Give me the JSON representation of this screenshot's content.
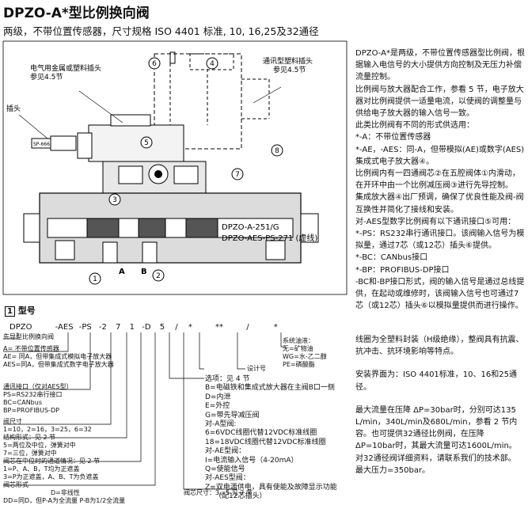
{
  "title": "DPZO-A*型比例换向阀",
  "subtitle": "两级，不带位置传感器，尺寸规格 ISO 4401 标准, 10, 16,25及32通径",
  "drawing": {
    "lbl_plug_left": "电气用金属或塑料插头",
    "lbl_plug_left_ref": "参见4.5节",
    "lbl_plug_right": "通讯型塑料插头",
    "lbl_plug_right_ref": "参见4.5节",
    "lbl_plug": "插头",
    "lbl_model1": "DPZO-A-251/G",
    "lbl_model2": "DPZO-AES-PS-271 (虚线)",
    "port_a": "A",
    "port_b": "B",
    "c1": "1",
    "c2": "2",
    "c3": "3",
    "c4": "4",
    "c5": "5",
    "c6": "6",
    "c7": "7",
    "c8": "8",
    "connector_tag": "SP-666"
  },
  "right_text": [
    "DPZO-A*是两级，不带位置传感器型比例阀，根据输入电信号的大小提供方向控制及无压力补偿流量控制。",
    "比例阀与放大器配合工作，参看 5 节，电子放大器对比例阀提供一适量电流，以使阀的调整量与供给电子放大器的输入信号一致。",
    "此类比例阀有不同的形式供选用：",
    "*-A：不带位置传感器",
    "*-AE，-AES：同-A，但带模拟(AE)或数字(AES)集成式电子放大器④。",
    "比例阀内有一四通阀芯②在五腔阀体①内滑动，在开环中由一个比例减压阀③进行先导控制。",
    "集成放大器④出厂预调，确保了优良性能及阀-阀互换性并简化了接线和安装。",
    "对-AES型数字比例阀有以下通讯接口⑤可用：",
    "*-PS：RS232串行通讯接口。该阀输入信号为模拟量，通过7芯（或12芯）插头⑥提供。",
    "*-BC：CANbus接口",
    "*-BP：PROFIBUS-DP接口",
    "-BC和-BP接口形式，阀的输入信号是通过总线提供，在起动或维修时，该阀输入信号也可通过7芯（或12芯）插头⑥以模拟量提供而进行操作。"
  ],
  "right_text2": [
    "线圈为全塑料封装（H级绝缘），整阀具有抗震、抗冲击、抗环境影响等特点。",
    "安装界面为：ISO 4401标准，10、16和25通径。",
    "最大流量在压降 ΔP=30bar时，分别可达135 L/min，340L/min及680L/min，参看 2 节内容。也可提供32通径比例阀，在压降 ΔP=10bar时，其最大流量可达1600L/min。",
    "对32通径阀详细资料，请联系我们的技术部。",
    "最大压力=350bar。"
  ],
  "section": {
    "num": "1",
    "title": "型号"
  },
  "code": {
    "parts": [
      "DPZO",
      "-AES",
      "-PS",
      "-2",
      "7",
      "1",
      "-D",
      "5",
      "/",
      "*",
      "**",
      "/",
      "*"
    ],
    "series_label": "先导型比例换向阀",
    "seal_label": "系统油液：",
    "seal_1": "无=矿物油",
    "seal_2": "WG=水-乙二醇",
    "seal_3": "PE=磷酸酯",
    "design_label": "设计号",
    "options_a": "A=  不带位置传感器",
    "options_ae": "AE= 同A，但带集成式模拟电子放大器",
    "options_aes": "AES=同A，但带集成式数字电子放大器",
    "interface_title": "通讯接口（仅对AES型）",
    "interface_ps": "PS=RS232串行接口",
    "interface_bc": "BC=CANbus",
    "interface_bp": "BP=PROFIBUS-DP",
    "size_title": "阀尺寸",
    "size_vals": "1=10，2=16，3=25，6=32",
    "config_title": "结构形式：见 2 节",
    "config_5": "5=两位及中位，弹簧对中",
    "config_7": "7=三位，弹簧对中",
    "spool_title": "阀芯在中位时的通道情况：见 2 节",
    "spool_1": "1=P、A、B，T均为正遮盖",
    "spool_3": "3=P为正遮盖，A、B、T为负遮盖",
    "spool_type_title": "阀芯形式",
    "spool_type_d": "D=非线性",
    "spool_type_dd": "DD=同D，但P-A为全流量 P-B为1/2全流量",
    "opt_title": "选项：见 4 节",
    "opt_b": "B=电磁铁和集成式放大器在主阀B口一侧",
    "opt_d": "D=内泄",
    "opt_e": "E=外控",
    "opt_g": "G=带先导减压阀",
    "opt_a_title": "对-A型阀:",
    "opt_6": "6=6VDC线圈代替12VDC标准线圈",
    "opt_18": "18=18VDC线圈代替12VDC标准线圈",
    "opt_ae_title": "对-AE型阀：",
    "opt_i": "I=电流输入信号（4-20mA）",
    "opt_q": "Q=使能信号",
    "opt_aes_title": "对-AES型阀：",
    "opt_z1": "Z=双电源供电，具有使能及故障显示功能",
    "opt_z2": "（配12芯插头）",
    "spool_size": "阀芯尺寸：3，5 见 2 节"
  }
}
